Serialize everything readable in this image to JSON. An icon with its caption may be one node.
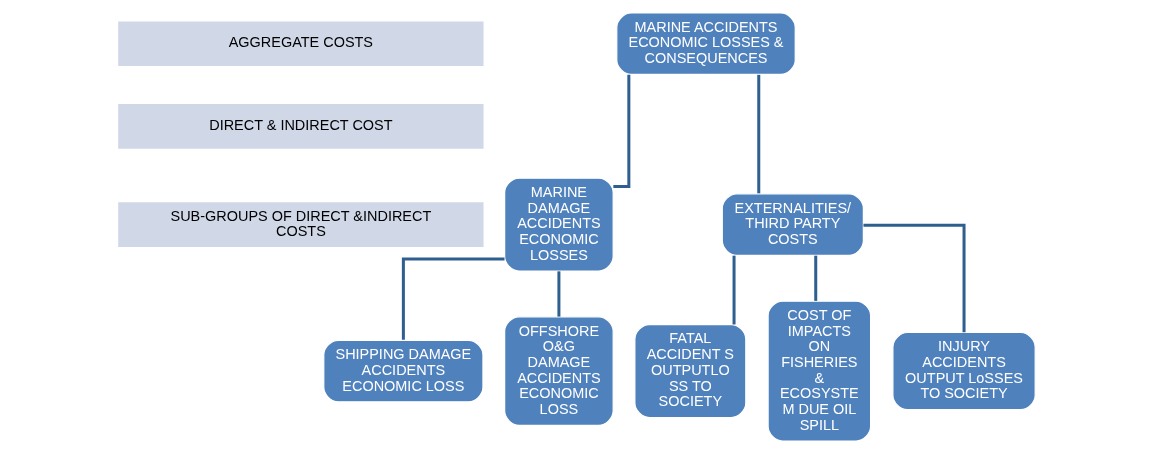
{
  "diagram": {
    "nodes": [
      {
        "text": [
          "AGGREGATE COSTS"
        ]
      },
      {
        "text": [
          "DIRECT & INDIRECT COST"
        ]
      },
      {
        "text": [
          "SUB-GROUPS OF DIRECT &INDIRECT COSTS"
        ]
      },
      {
        "text": [
          "MARINE ACCIDENTS ECONOMIC LOSSES & CONSEQUENCES"
        ]
      },
      {
        "text": [
          "MARINE DAMAGE ACCIDENTS ECONOMIC LOSSES"
        ]
      },
      {
        "text": [
          "EXTERNALITIES/ THIRD PARTY COSTS"
        ]
      },
      {
        "text": [
          "SHIPPING DAMAGE ACCIDENTS ECONOMIC LOSS"
        ]
      },
      {
        "text": [
          "OFFSHORE O&G DAMAGE ACCIDENTS ECONOMIC LOSS"
        ]
      },
      {
        "text": [
          "FATAL ACCIDENT S OUTPUTLO SS TO SOCIETY"
        ]
      },
      {
        "text": [
          "COST OF IMPACTS ON FISHERIES & ECOSYSTE M DUE OIL SPILL"
        ]
      },
      {
        "text": [
          "INJURY ACCIDENTS OUTPUT LoSSES TO SOCIETY"
        ]
      }
    ],
    "edges": [
      {
        "from": 3,
        "to": 4,
        "arrow": "none"
      },
      {
        "from": 3,
        "to": 5,
        "arrow": "none"
      },
      {
        "from": 4,
        "to": 6,
        "arrow": "none"
      },
      {
        "from": 4,
        "to": 7,
        "arrow": "none"
      },
      {
        "from": 5,
        "to": 8,
        "arrow": "none"
      },
      {
        "from": 5,
        "to": 9,
        "arrow": "none"
      },
      {
        "from": 5,
        "to": 10,
        "arrow": "none"
      }
    ]
  }
}
